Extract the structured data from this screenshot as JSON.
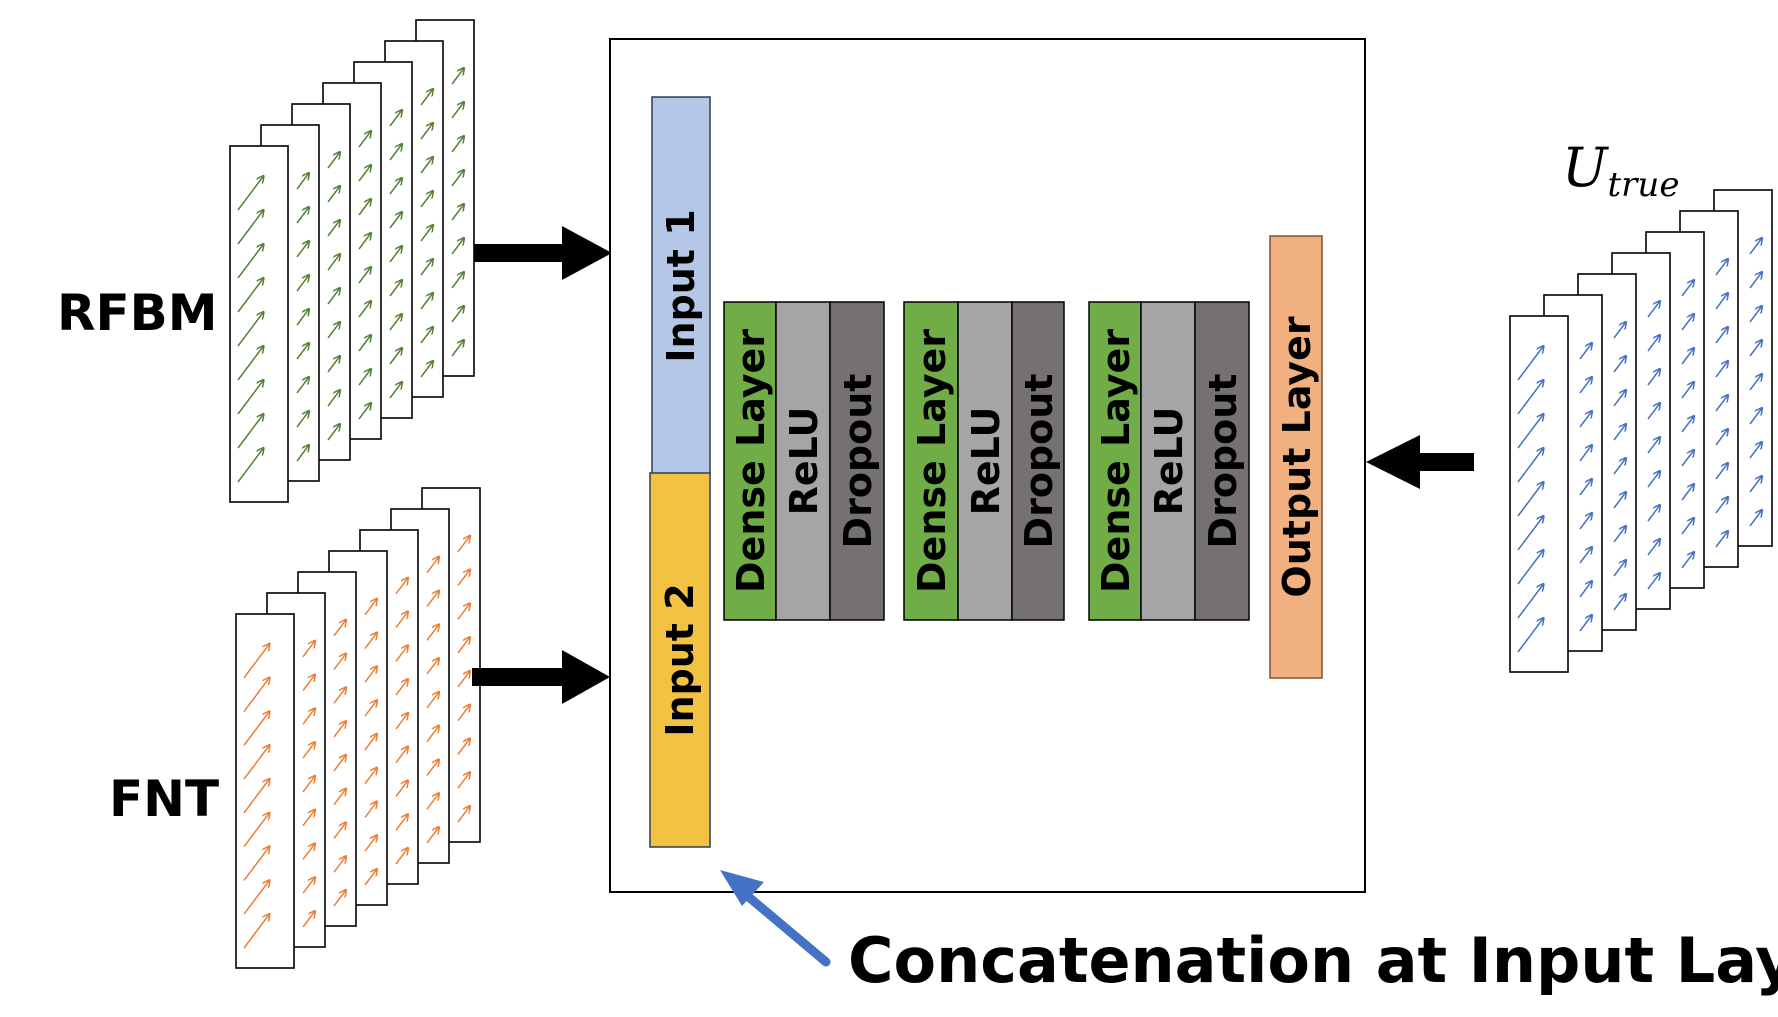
{
  "labels": {
    "rfbm": "RFBM",
    "fnt": "FNT",
    "utrue_main": "U",
    "utrue_sub": "true",
    "caption": "Concatenation at Input Layer"
  },
  "network": {
    "input1": "Input 1",
    "input2": "Input 2",
    "blocks": [
      {
        "dense": "Dense Layer",
        "relu": "ReLU",
        "dropout": "Dropout"
      },
      {
        "dense": "Dense Layer",
        "relu": "ReLU",
        "dropout": "Dropout"
      },
      {
        "dense": "Dense Layer",
        "relu": "ReLU",
        "dropout": "Dropout"
      }
    ],
    "output": "Output Layer"
  },
  "colors": {
    "input1": "#b4c7e7",
    "input2": "#f4c242",
    "dense": "#70ad47",
    "relu": "#a5a5a5",
    "dropout": "#767171",
    "output": "#f0b080",
    "rfbm_arrows": "#548235",
    "fnt_arrows": "#ed7d31",
    "utrue_arrows": "#4472c4",
    "caption_arrow": "#4472c4"
  }
}
